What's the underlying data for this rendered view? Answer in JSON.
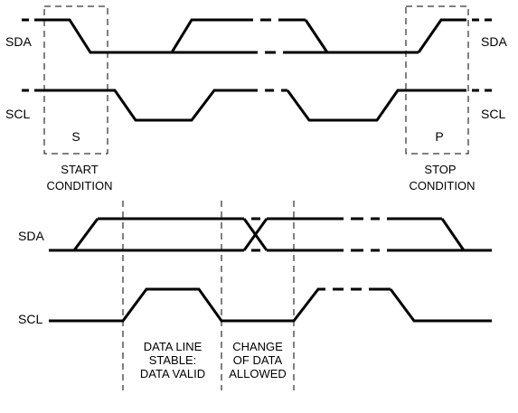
{
  "top_diagram": {
    "sda_label_left": "SDA",
    "sda_label_right": "SDA",
    "scl_label_left": "SCL",
    "scl_label_right": "SCL",
    "start_symbol": "S",
    "stop_symbol": "P",
    "start_caption": [
      "START",
      "CONDITION"
    ],
    "stop_caption": [
      "STOP",
      "CONDITION"
    ]
  },
  "bottom_diagram": {
    "sda_label": "SDA",
    "scl_label": "SCL",
    "data_valid_caption": [
      "DATA LINE",
      "STABLE:",
      "DATA VALID"
    ],
    "change_caption": [
      "CHANGE",
      "OF DATA",
      "ALLOWED"
    ]
  }
}
